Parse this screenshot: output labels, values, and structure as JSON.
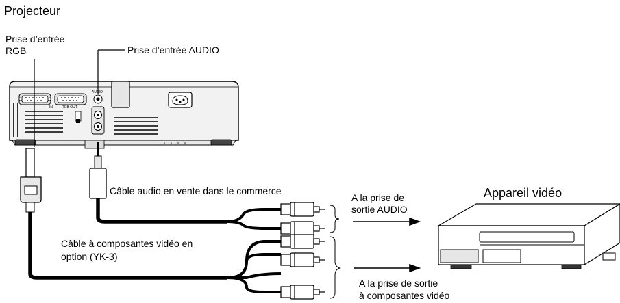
{
  "labels": {
    "projector_title": "Projecteur",
    "rgb_input_line1": "Prise d’entrée",
    "rgb_input_line2": "RGB",
    "audio_input": "Prise d’entrée AUDIO",
    "audio_cable": "Câble audio en vente dans le commerce",
    "component_cable_line1": "Câble à composantes vidéo en",
    "component_cable_line2": "option (YK-3)",
    "audio_out_line1": "A la prise de",
    "audio_out_line2": "sortie AUDIO",
    "component_out_line1": "A la prise de sortie",
    "component_out_line2": "à composantes vidéo",
    "video_device_title": "Appareil vidéo"
  },
  "projector_panel_text": {
    "rgb_out": "RGB OUT",
    "in": "IN",
    "audio": "AUDIO"
  }
}
